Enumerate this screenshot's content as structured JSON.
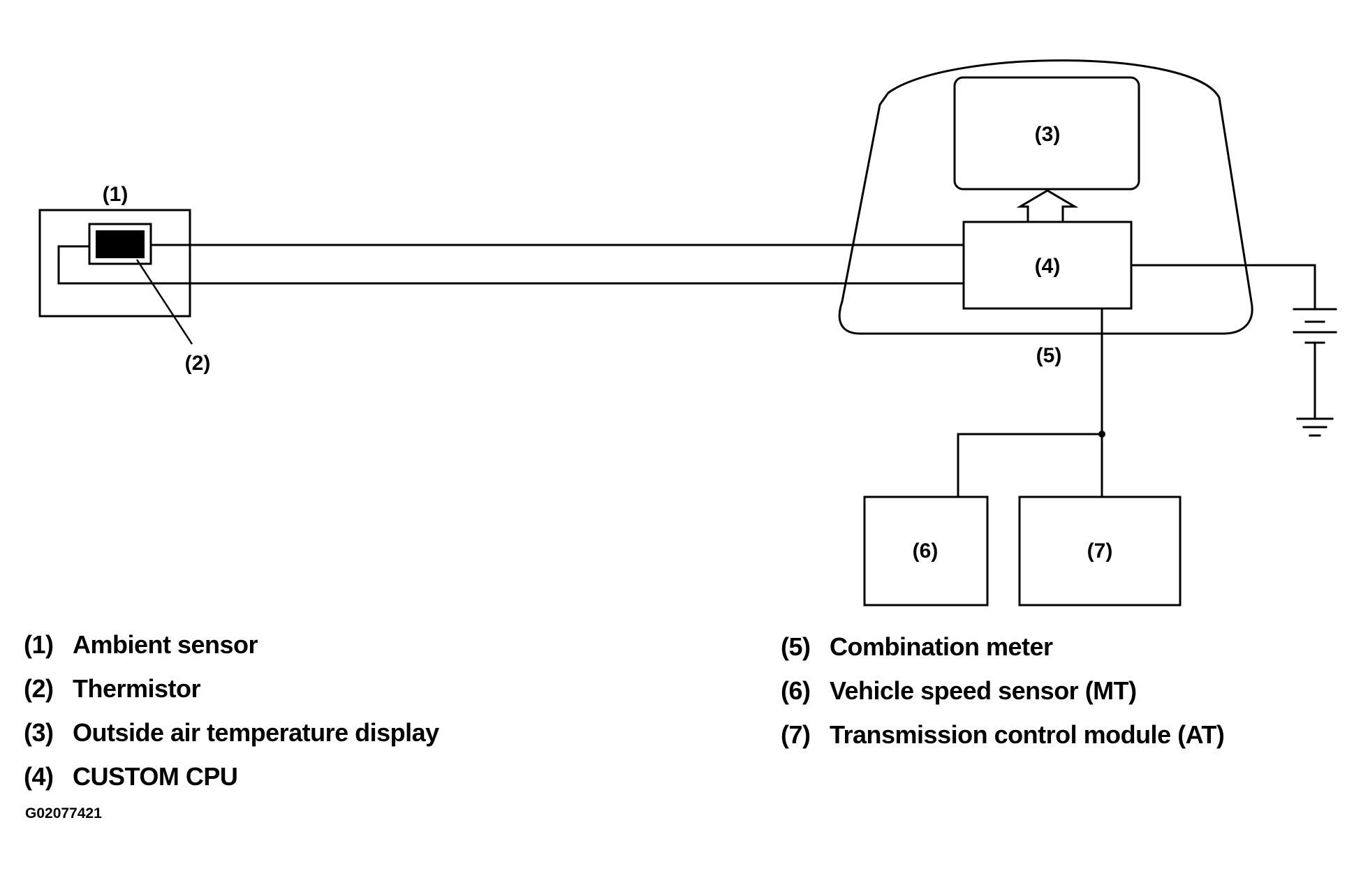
{
  "callouts": {
    "c1": "(1)",
    "c2": "(2)",
    "c3": "(3)",
    "c4": "(4)",
    "c5": "(5)",
    "c6": "(6)",
    "c7": "(7)"
  },
  "legend": [
    {
      "num": "(1)",
      "text": "Ambient sensor"
    },
    {
      "num": "(2)",
      "text": "Thermistor"
    },
    {
      "num": "(3)",
      "text": "Outside air temperature display"
    },
    {
      "num": "(4)",
      "text": "CUSTOM CPU"
    },
    {
      "num": "(5)",
      "text": "Combination meter"
    },
    {
      "num": "(6)",
      "text": "Vehicle speed sensor (MT)"
    },
    {
      "num": "(7)",
      "text": "Transmission control module (AT)"
    }
  ],
  "figure_code": "G02077421"
}
